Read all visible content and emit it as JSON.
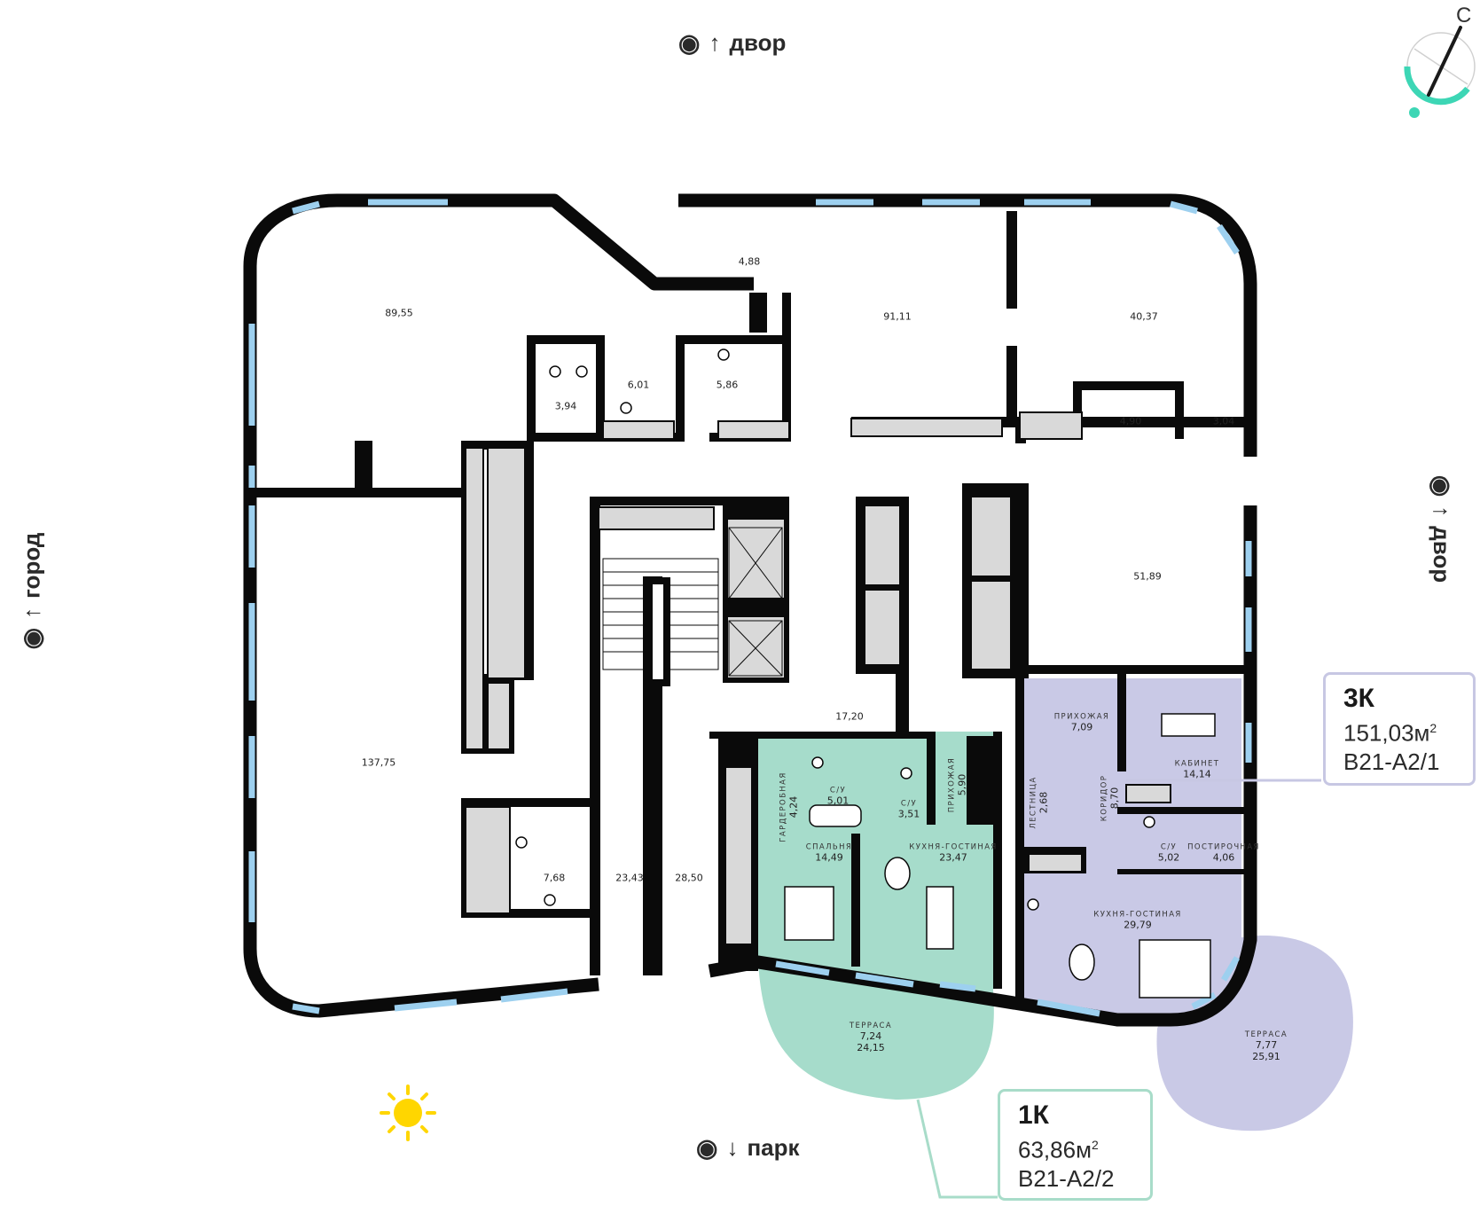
{
  "directions": {
    "top": "двор",
    "bottom": "парк",
    "left": "город",
    "right": "двор"
  },
  "compass": {
    "north_letter": "С"
  },
  "apartments": [
    {
      "rooms": "3К",
      "area_value": "151,03",
      "area_unit": "м",
      "area_sup": "2",
      "code": "B21-A2/1",
      "color": "#c9c9e6",
      "border": "#c7c7e3"
    },
    {
      "rooms": "1К",
      "area_value": "63,86",
      "area_unit": "м",
      "area_sup": "2",
      "code": "B21-A2/2",
      "color": "#a6dccb",
      "border": "#a8dcc9"
    }
  ],
  "areas": {
    "a8955": "89,55",
    "a488": "4,88",
    "a9111": "91,11",
    "a4037": "40,37",
    "a601": "6,01",
    "a586": "5,86",
    "a394": "3,94",
    "a490": "4,90",
    "a304": "3,04",
    "a5189": "51,89",
    "a13775": "137,75",
    "a1720": "17,20",
    "a768": "7,68",
    "a2343": "23,43",
    "a2850": "28,50"
  },
  "rooms_1k": {
    "wardrobe": {
      "name": "ГАРДЕРОБНАЯ",
      "area": "4,24"
    },
    "bath1": {
      "name": "С/У",
      "area": "5,01"
    },
    "bath2": {
      "name": "С/У",
      "area": "3,51"
    },
    "hall": {
      "name": "ПРИХОЖАЯ",
      "area": "5,90"
    },
    "bedroom": {
      "name": "СПАЛЬНЯ",
      "area": "14,49"
    },
    "kitchen": {
      "name": "КУХНЯ-ГОСТИНАЯ",
      "area": "23,47"
    },
    "terrace": {
      "name": "ТЕРРАСА",
      "area": "7,24",
      "area2": "24,15"
    }
  },
  "rooms_3k": {
    "hall": {
      "name": "ПРИХОЖАЯ",
      "area": "7,09"
    },
    "study": {
      "name": "КАБИНЕТ",
      "area": "14,14"
    },
    "stairs": {
      "name": "ЛЕСТНИЦА",
      "area": "2,68"
    },
    "corridor": {
      "name": "КОРИДОР",
      "area": "8,70"
    },
    "bath": {
      "name": "С/У",
      "area": "5,02"
    },
    "laundry": {
      "name": "ПОСТИРОЧНАЯ",
      "area": "4,06"
    },
    "kitchen": {
      "name": "КУХНЯ-ГОСТИНАЯ",
      "area": "29,79"
    },
    "terrace": {
      "name": "ТЕРРАСА",
      "area": "7,77",
      "area2": "25,91"
    }
  },
  "colors": {
    "wall": "#0a0a0a",
    "window": "#9dd0ef",
    "builtin": "#d9d9d9",
    "apt_1k": "#a6dccb",
    "apt_3k": "#c9c9e6",
    "sun": "#ffd600",
    "compass": "#3dd6b5"
  }
}
